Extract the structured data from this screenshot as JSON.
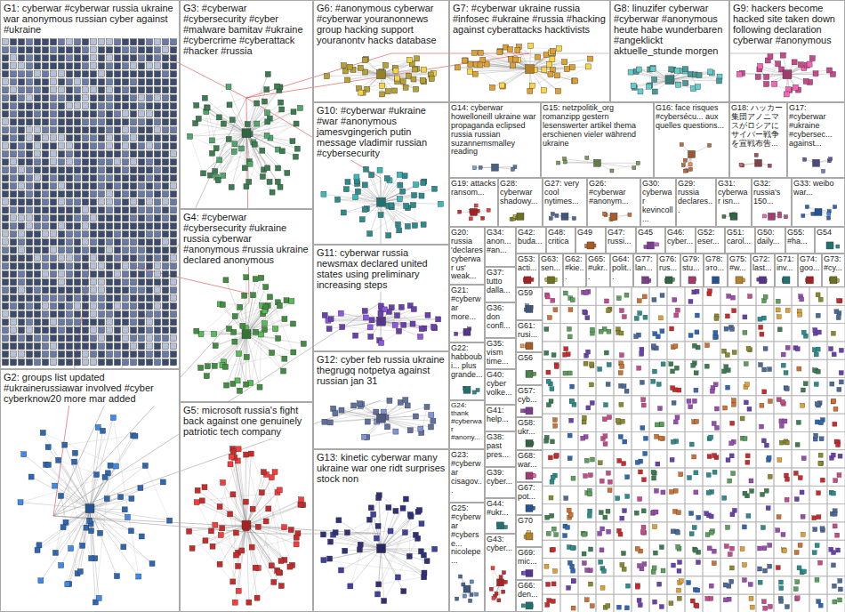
{
  "diagram": {
    "nodes": [
      {
        "text": [
          "G1: cyberwar #cyberwar russia ukraine war anonymous russian cyber against #ukraine"
        ]
      },
      {
        "text": [
          "G2: groups list updated #ukrainerussiawar involved #cyber cyberknow20 more mar added"
        ]
      },
      {
        "text": [
          "G3: #cyberwar #cybersecurity #cyber #malware bamitav #ukraine #cybercrime #cyberattack #hacker #russia"
        ]
      },
      {
        "text": [
          "G4: #cyberwar #cybersecurity #ukraine russia cyberwar #anonymous #russia ukraine declared anonymous"
        ]
      },
      {
        "text": [
          "G5: microsoft russia's fight back against one genuinely patriotic tech company"
        ]
      },
      {
        "text": [
          "G6: #anonymous cyberwar #cyberwar youranonnews group hacking support youranontv hacks database"
        ]
      },
      {
        "text": [
          "G7: #cyberwar ukraine russia #infosec #ukraine #russia #hacking against cyberattacks hacktivists"
        ]
      },
      {
        "text": [
          "G8: linuzifer cyberwar #cyberwar #anonymous heute habe wunderbaren #angeklickt aktuelle_stunde morgen"
        ]
      },
      {
        "text": [
          "G9: hackers become hacked site taken down following declaration cyberwar #anonymous"
        ]
      },
      {
        "text": [
          "G10: #cyberwar #ukraine #war #anonymous jamesvgingerich putin message vladimir russian #cybersecurity"
        ]
      },
      {
        "text": [
          "G14: cyberwar howelloneill ukraine war propaganda eclipsed russia russian suzannemsmalley reading"
        ]
      },
      {
        "text": [
          "G15: netzpolitik_org romanzipp gestern lesenswerter artikel thema erschienen vieler während ukraine"
        ]
      },
      {
        "text": [
          "G16: face risques #cybersécu... aux quelles questions..."
        ]
      },
      {
        "text": [
          "G18: ハッカー集団アノニマスがロシアにサイバー戦争を宣戦布告..."
        ]
      },
      {
        "text": [
          "G17: #cyberwar #ukraine #cybersec... against..."
        ]
      },
      {
        "text": [
          "G11: cyberwar russia newsmax declared united states using preliminary increasing steps"
        ]
      },
      {
        "text": [
          "G12: cyber feb russia ukraine thegrugq notpetya against russian jan 31"
        ]
      },
      {
        "text": [
          "G13: kinetic cyberwar many ukraine war one ridt surprises stock non"
        ]
      },
      {
        "text": [
          "G19: attacks ransom..."
        ]
      },
      {
        "text": [
          "G28: cyberwar shadowy..."
        ]
      },
      {
        "text": [
          "G27: very cool nytimes..."
        ]
      },
      {
        "text": [
          "G26: #cyberwar #anonym..."
        ]
      },
      {
        "text": [
          "G30: cyberwar kevincoll..."
        ]
      },
      {
        "text": [
          "G29: russia declares..."
        ]
      },
      {
        "text": [
          "G31: cyberwar isn..."
        ]
      },
      {
        "text": [
          "G32: russia's 150..."
        ]
      },
      {
        "text": [
          "G33: weibo war..."
        ]
      },
      {
        "text": [
          "G20: russia 'declares cyberwar us' weak..."
        ]
      },
      {
        "text": [
          "G21: #cyberwar more..."
        ]
      },
      {
        "text": [
          "G22: habboubi... plus grande..."
        ]
      },
      {
        "text": [
          "G24: thank #cyberwar #anony..."
        ]
      },
      {
        "text": [
          "G23: #cyberwar cisagov..."
        ]
      },
      {
        "text": [
          "G25: #cyberwar #cyberse... nicolepe..."
        ]
      },
      {
        "text": [
          "G34: anon... #an..."
        ]
      },
      {
        "text": [
          "G37: tutto dalla..."
        ]
      },
      {
        "text": [
          "G36: don confl..."
        ]
      },
      {
        "text": [
          "G35: vism time..."
        ]
      },
      {
        "text": [
          "G40: cyber volke..."
        ]
      },
      {
        "text": [
          "G41: help..."
        ]
      },
      {
        "text": [
          "G38: past pres..."
        ]
      },
      {
        "text": [
          "G39: cyber..."
        ]
      },
      {
        "text": [
          "G44: #ukr..."
        ]
      },
      {
        "text": [
          "G43: cyber..."
        ]
      },
      {
        "text": [
          "G42: buda..."
        ]
      },
      {
        "text": [
          "G48: critica"
        ]
      },
      {
        "text": [
          "G49"
        ]
      },
      {
        "text": [
          "G47: russi..."
        ]
      },
      {
        "text": [
          "G45"
        ]
      },
      {
        "text": [
          "G46: cyber..."
        ]
      },
      {
        "text": [
          "G52: eser..."
        ]
      },
      {
        "text": [
          "G51: carol..."
        ]
      },
      {
        "text": [
          "G50: daily..."
        ]
      },
      {
        "text": [
          "G55: #ha..."
        ]
      },
      {
        "text": [
          "G54"
        ]
      },
      {
        "text": [
          "G53: acti..."
        ]
      },
      {
        "text": [
          "G63: sen..."
        ]
      },
      {
        "text": [
          "G62: #kie..."
        ]
      },
      {
        "text": [
          "G65: #ukr..."
        ]
      },
      {
        "text": [
          "G64: polit..."
        ]
      },
      {
        "text": [
          "G77: lan..."
        ]
      },
      {
        "text": [
          "G76: rus..."
        ]
      },
      {
        "text": [
          "G79: stu..."
        ]
      },
      {
        "text": [
          "G78: это..."
        ]
      },
      {
        "text": [
          "G75: #w..."
        ]
      },
      {
        "text": [
          "G72: last..."
        ]
      },
      {
        "text": [
          "G71: inv..."
        ]
      },
      {
        "text": [
          "G74: goo..."
        ]
      },
      {
        "text": [
          "G73: #cy..."
        ]
      },
      {
        "text": [
          "G59"
        ]
      },
      {
        "text": [
          "G61: rusi..."
        ]
      },
      {
        "text": [
          "G56"
        ]
      },
      {
        "text": [
          "G57: cyb..."
        ]
      },
      {
        "text": [
          "G58: ukr..."
        ]
      },
      {
        "text": [
          "G68: war..."
        ]
      },
      {
        "text": [
          "G67: pot..."
        ]
      },
      {
        "text": [
          "G70"
        ]
      },
      {
        "text": [
          "G69: mic..."
        ]
      },
      {
        "text": [
          "G66: den..."
        ]
      }
    ]
  }
}
